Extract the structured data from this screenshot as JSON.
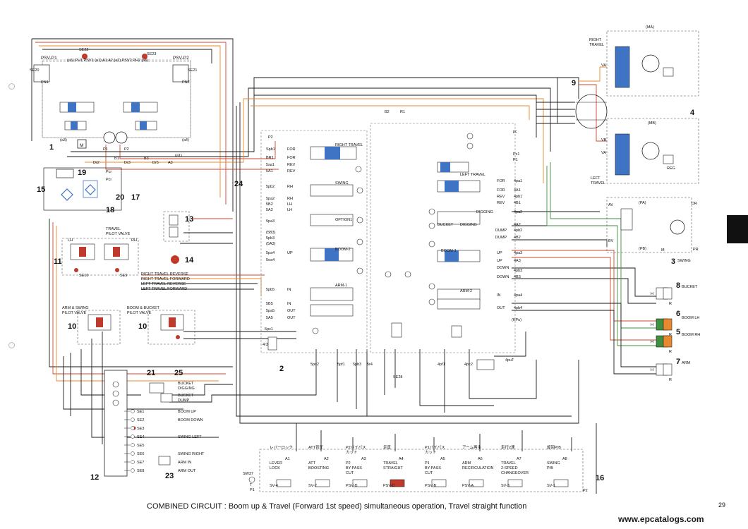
{
  "caption": "COMBINED CIRCUIT : Boom up & Travel (Forward 1st speed) simultaneous operation, Travel straight function",
  "page_number": "29",
  "website": "www.epcatalogs.com",
  "colors": {
    "pressure": "#d2452b",
    "pilot": "#e8892f",
    "return": "#1a1a1a",
    "accent": "#3f73c4",
    "green": "#3f8f3f"
  },
  "callouts": [
    "1",
    "2",
    "3",
    "4",
    "5",
    "6",
    "7",
    "8",
    "9",
    "10",
    "10",
    "11",
    "12",
    "13",
    "14",
    "15",
    "16",
    "17",
    "18",
    "19",
    "20",
    "21",
    "23",
    "24",
    "25"
  ],
  "pump": {
    "psv_p1": "PSV-P1",
    "psv_p2": "PSV-P2",
    "se22": "SE22",
    "se23": "SE23",
    "se20": "SE20",
    "se21": "SE21",
    "pn1": "PN1",
    "pn2": "PN2",
    "ports_top": "(a5) PH1 PSV1 (a1) A1 A2 (a2) PSV2 PH2 (a6)",
    "m": "M",
    "p1": "P1",
    "p2": "P2",
    "dr2": "Dr2",
    "b1": "B1",
    "dr3": "Dr3",
    "dr5": "Dr5",
    "b3": "B3",
    "a3": "A3",
    "a4": "(a4)",
    "a3b": "(a3)",
    "a1b": "(a1)",
    "pcr": "Pcr",
    "pcr2": "Pcr"
  },
  "control_valve": {
    "top": [
      "P2",
      "Spb1",
      "BR1",
      "5sa1",
      "5A1"
    ],
    "b2": "B2",
    "r1": "R1",
    "right_travel": "RIGHT TRAVEL",
    "rt_ports": [
      "FOR",
      "FOR",
      "REV",
      "REV"
    ],
    "swing": "SWING",
    "swing_ports": [
      "RH",
      "RH",
      "LH",
      "LH"
    ],
    "swing_left": [
      "5pb2",
      "5pa2",
      "5B2",
      "5A2"
    ],
    "option1": "OPTION1",
    "opt_left": [
      "5pa3",
      "(5B3)",
      "5pb3",
      "(5A3)"
    ],
    "boom2": "BOOM-2",
    "boom2_ports": [
      "UP"
    ],
    "boom2_left": [
      "5pa4",
      "5oa4"
    ],
    "arm1": "ARM-1",
    "arm_ports": [
      "IN",
      "IN",
      "OUT",
      "OUT"
    ],
    "arm_left": [
      "5pb5",
      "5B5",
      "5pa5",
      "5A5"
    ],
    "five_pc1": "5pc1",
    "four_r3": "4r3",
    "pcc": "pc",
    "px1": "Px1",
    "p1": "P1",
    "left_travel": "LEFT TRAVEL",
    "lt_ports": [
      "FOR",
      "FOR",
      "REV",
      "REV"
    ],
    "lt_right": [
      "4pa1",
      "4A1",
      "4pb1",
      "4B1"
    ],
    "bucket": "BUCKET",
    "digging": "DIGGING",
    "dump": "DUMP",
    "bucket_right": [
      "4pa2",
      "4A2",
      "4pb2",
      "4B2"
    ],
    "boom1": "BOOM-1",
    "boom1_ports": [
      "UP",
      "UP",
      "DOWN",
      "DOWN"
    ],
    "boom1_right": [
      "4pa3",
      "4A3",
      "4pb3",
      "4B3"
    ],
    "arm2": "ARM-2",
    "arm2_ports": [
      "IN",
      "OUT"
    ],
    "arm2_right": [
      "4pa4",
      "4pb4"
    ],
    "kpu": "(KPu)",
    "bottom": [
      "5pc2",
      "5pf1",
      "5pb3",
      "5r4",
      "4pf1",
      "4pc2",
      "4puT"
    ],
    "se28": "SE28",
    "pr": "PR"
  },
  "travel_pilot": {
    "title": "TRAVEL\nPILOT VALVE",
    "lh": "LH",
    "rh": "RH",
    "se10": "SE10",
    "se9": "SE9",
    "lines": [
      "RIGHT TRAVEL REVERSE",
      "RIGHT TRAVEL FORWARD",
      "LEFT TRAVEL REVERSE",
      "LEFT TRAVEL FORWARD"
    ]
  },
  "arm_swing": {
    "title": "ARM & SWING\nPILOT VALVE"
  },
  "boom_bucket": {
    "title": "BOOM & BUCKET\nPILOT VALVE"
  },
  "pressure_switches": [
    {
      "id": "SE1",
      "label": "BOOM UP"
    },
    {
      "id": "SE2",
      "label": "BOOM DOWN"
    },
    {
      "id": "SE3",
      "label": ""
    },
    {
      "id": "SE4",
      "label": "SWING LEFT"
    },
    {
      "id": "SE5",
      "label": ""
    },
    {
      "id": "SE6",
      "label": "SWING RIGHT"
    },
    {
      "id": "SE7",
      "label": "ARM IN"
    },
    {
      "id": "SE8",
      "label": "ARM OUT"
    }
  ],
  "bucket_sw": {
    "digging": "BUCKET\nDIGGING",
    "dump": "BUCKET\nDUMP"
  },
  "travel_motors": {
    "right": "RIGHT\nTRAVEL",
    "left": "LEFT\nTRAVEL",
    "ma": "(MA)",
    "mb": "(MB)",
    "va": "VA",
    "vb": "VB",
    "reg": "REG"
  },
  "swing_motor": {
    "av": "AV",
    "pa": "(PA)",
    "pb": "(PB)",
    "dr": "DR",
    "bv": "BV",
    "pr": "PR",
    "m": "M",
    "label": "SWING"
  },
  "cylinders": [
    {
      "num": "8",
      "label": "BUCKET",
      "h": "H",
      "r": "R"
    },
    {
      "num": "6",
      "label": "BOOM LH",
      "h": "H",
      "r": "R"
    },
    {
      "num": "5",
      "label": "BOOM RH",
      "h": "H",
      "r": "R"
    },
    {
      "num": "7",
      "label": "ARM",
      "h": "H",
      "r": "R"
    }
  ],
  "solenoid": {
    "jp_labels": [
      "レバーロック",
      "ATT背圧",
      "P2バイパス\nカット",
      "走直",
      "P1バイパス\nカット",
      "アーム再生",
      "走行2速",
      "旋回P/B"
    ],
    "ports": [
      "A1",
      "A2",
      "A3",
      "A4",
      "A5",
      "A6",
      "A7",
      "A8"
    ],
    "items": [
      {
        "name": "LEVER\nLOCK",
        "sv": "SV-4"
      },
      {
        "name": "ATT\nBOOSTING",
        "sv": "SV-2"
      },
      {
        "name": "P2\nBY-PASS\nCUT",
        "sv": "PSV-D"
      },
      {
        "name": "TRAVEL\nSTRAIGHT",
        "sv": "PSV-C"
      },
      {
        "name": "P1\nBY-PASS\nCUT",
        "sv": "PSV-B"
      },
      {
        "name": "ARM\nRECIRCULATION",
        "sv": "PSV-A"
      },
      {
        "name": "TRAVEL\n2-SPEED\nCHANGEOVER",
        "sv": "SV-3"
      },
      {
        "name": "SWING\nP/B",
        "sv": "SV-1"
      }
    ],
    "sw": "SW37",
    "t": "T",
    "p1": "P1",
    "p2": "P2"
  }
}
